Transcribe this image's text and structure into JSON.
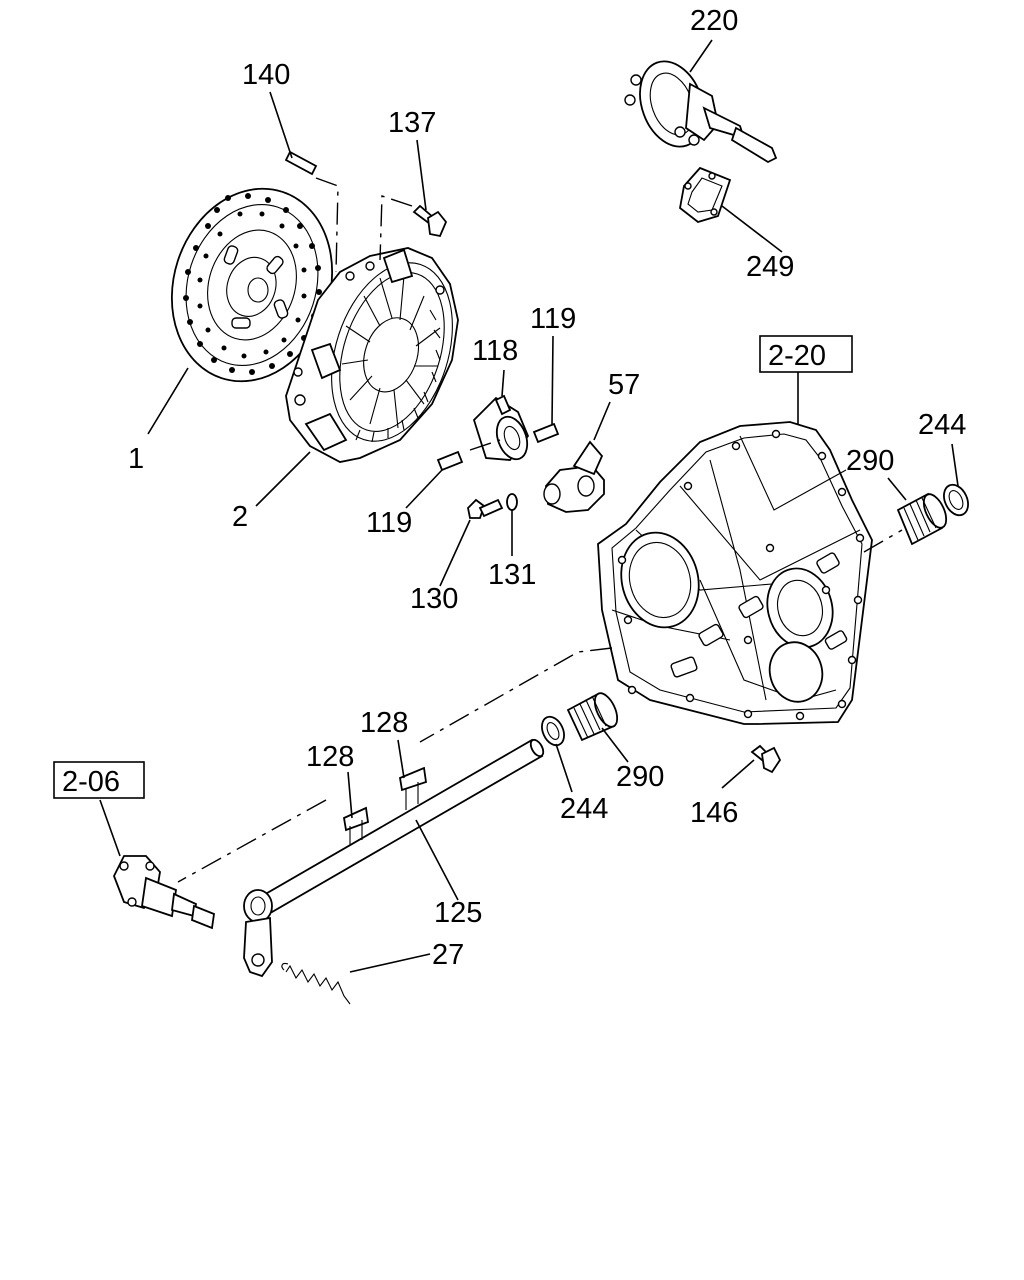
{
  "diagram": {
    "callouts": {
      "c1": "1",
      "c2": "2",
      "c27": "27",
      "c57": "57",
      "c118": "118",
      "c119a": "119",
      "c119b": "119",
      "c125": "125",
      "c128a": "128",
      "c128b": "128",
      "c130": "130",
      "c131": "131",
      "c137": "137",
      "c140": "140",
      "c146": "146",
      "c220": "220",
      "c244a": "244",
      "c244b": "244",
      "c249": "249",
      "c290a": "290",
      "c290b": "290"
    },
    "references": {
      "ref_220": "2-20",
      "ref_206": "2-06"
    }
  }
}
